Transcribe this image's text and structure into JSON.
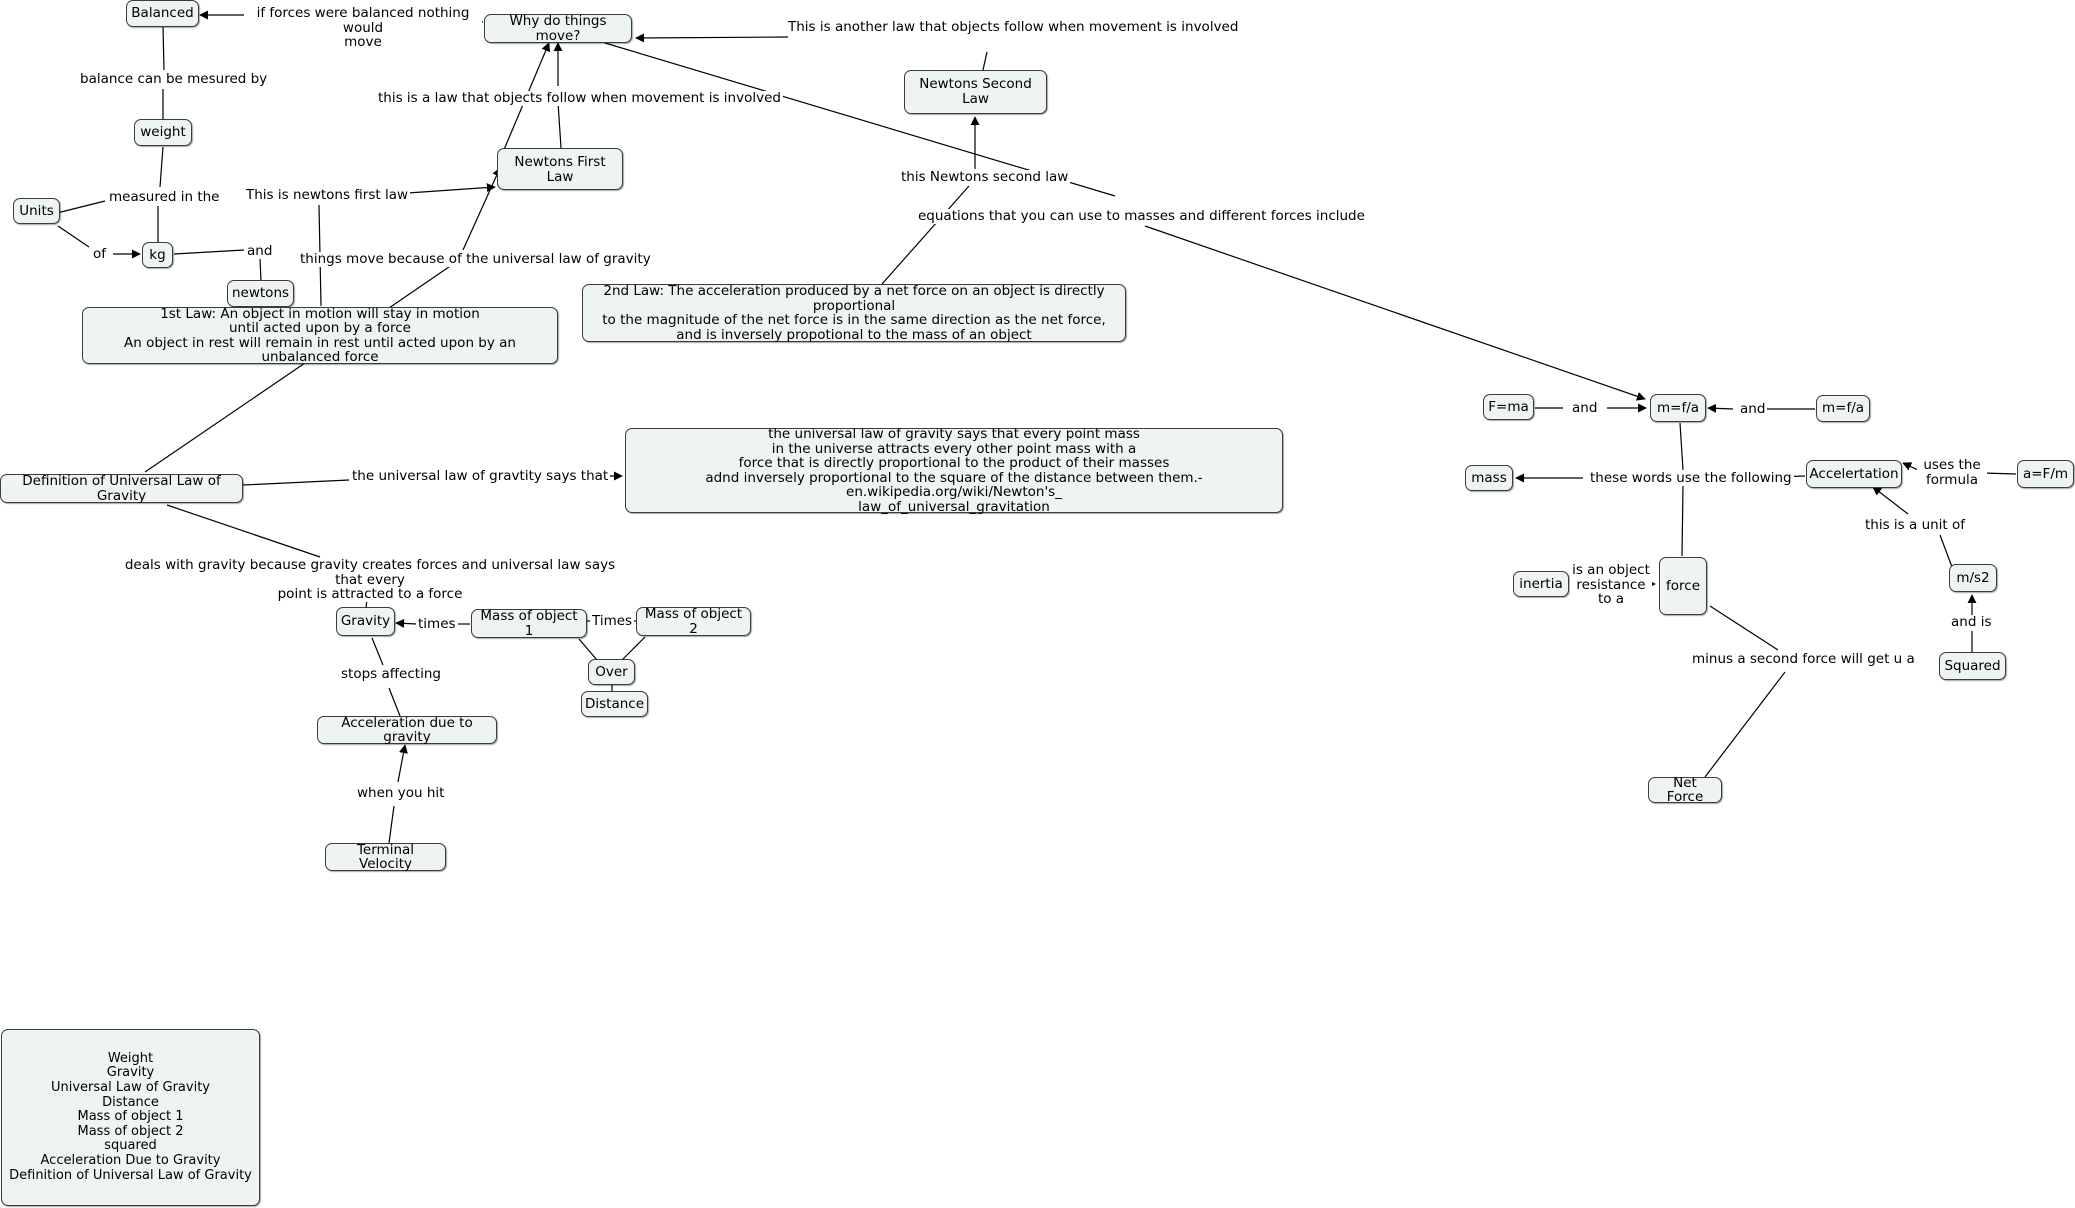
{
  "nodes": {
    "balanced": "Balanced",
    "why_move": "Why do things move?",
    "newtons_second_law": "Newtons Second Law",
    "weight": "weight",
    "newtons_first_law": "Newtons First Law",
    "units": "Units",
    "kg": "kg",
    "newtons": "newtons",
    "first_law_def": "1st Law: An object in motion will stay in motion\nuntil acted upon by a force\nAn object in rest will remain in rest until acted upon by an unbalanced force",
    "second_law_def": "2nd Law: The acceleration produced by a net force on an object is directly proportional\nto the magnitude of the net force is in the same direction as the net force,\nand is inversely propotional to the mass of an object",
    "def_universal": "Definition of Universal Law of Gravity",
    "universal_says": "the universal law of gravity says that every point mass\nin the universe attracts every other point mass with a\nforce that is directly proportional to the product of their masses\nadnd inversely proportional to the square of the distance between them.-en.wikipedia.org/wiki/Newton's_\nlaw_of_universal_gravitation",
    "gravity": "Gravity",
    "mass1": "Mass of object 1",
    "mass2": "Mass of object 2",
    "over": "Over",
    "distance": "Distance",
    "accel_gravity": "Acceleration due to gravity",
    "terminal_velocity": "Terminal Velocity",
    "fma": "F=ma",
    "mfa1": "m=f/a",
    "mfa2": "m=f/a",
    "mass": "mass",
    "accelertation": "Accelertation",
    "afm": "a=F/m",
    "inertia": "inertia",
    "force": "force",
    "ms2": "m/s2",
    "squared": "Squared",
    "net_force": "Net Force",
    "legend": "Weight\nGravity\nUniversal Law of Gravity\nDistance\nMass of object 1\nMass of object 2\nsquared\nAcceleration Due to Gravity\nDefinition of Universal Law of Gravity"
  },
  "links": {
    "forces_balanced": "if forces were balanced nothing would\nmove",
    "another_law": "This is another law that objects follow when movement is involved",
    "balance_measured": "balance can be mesured by",
    "law_movement": "this is a law that objects follow when movement is involved",
    "measured_in": "measured in the",
    "this_first_law": "This is newtons first law",
    "this_second_law": "this Newtons second law",
    "equations": "equations that you can use to masses and different forces include",
    "of": "of",
    "and_kg": "and",
    "things_move": "things move because of the universal law of gravity",
    "universal_says_that": "the universal law of gravtity says that",
    "deals_with": "deals with gravity because gravity creates forces and universal law says that every\npoint is attracted to a force",
    "times": "times",
    "times2": "Times",
    "stops_affecting": "stops affecting",
    "when_you_hit": "when you hit",
    "and_fma": "and",
    "and_mfa": "and",
    "words_use": "these words use the following",
    "uses_formula": "uses the\nformula",
    "unit_of": "this is a unit of",
    "is_object_resistance": "is an object\nresistance\nto a",
    "and_is": "and is",
    "minus_force": "minus a second force will get u a"
  }
}
